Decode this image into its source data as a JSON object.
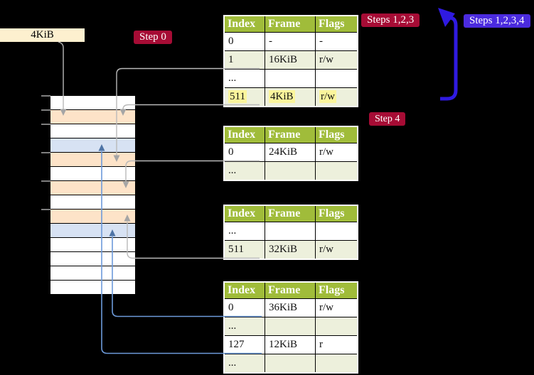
{
  "canvas": {
    "background": "#000000"
  },
  "label_4kib": {
    "text": "4KiB"
  },
  "badges": {
    "step0": "Step 0",
    "steps123": "Steps 1,2,3",
    "steps1234": "Steps 1,2,3,4",
    "step4": "Step 4"
  },
  "page_tables": [
    {
      "name": "page-table-1",
      "headers": [
        "Index",
        "Frame",
        "Flags"
      ],
      "rows": [
        {
          "cells": [
            "0",
            "-",
            "-"
          ],
          "shaded": false,
          "highlighted": false
        },
        {
          "cells": [
            "1",
            "16KiB",
            "r/w"
          ],
          "shaded": true,
          "highlighted": false
        },
        {
          "cells": [
            "...",
            "",
            ""
          ],
          "shaded": false,
          "highlighted": false
        },
        {
          "cells": [
            "511",
            "4KiB",
            "r/w"
          ],
          "shaded": true,
          "highlighted": true
        }
      ]
    },
    {
      "name": "page-table-2",
      "headers": [
        "Index",
        "Frame",
        "Flags"
      ],
      "rows": [
        {
          "cells": [
            "0",
            "24KiB",
            "r/w"
          ],
          "shaded": false,
          "highlighted": false
        },
        {
          "cells": [
            "...",
            "",
            ""
          ],
          "shaded": true,
          "highlighted": false
        }
      ]
    },
    {
      "name": "page-table-3",
      "headers": [
        "Index",
        "Frame",
        "Flags"
      ],
      "rows": [
        {
          "cells": [
            "...",
            "",
            ""
          ],
          "shaded": false,
          "highlighted": false
        },
        {
          "cells": [
            "511",
            "32KiB",
            "r/w"
          ],
          "shaded": true,
          "highlighted": false
        }
      ]
    },
    {
      "name": "page-table-4",
      "headers": [
        "Index",
        "Frame",
        "Flags"
      ],
      "rows": [
        {
          "cells": [
            "0",
            "36KiB",
            "r/w"
          ],
          "shaded": false,
          "highlighted": false
        },
        {
          "cells": [
            "...",
            "",
            ""
          ],
          "shaded": true,
          "highlighted": false
        },
        {
          "cells": [
            "127",
            "12KiB",
            "r"
          ],
          "shaded": false,
          "highlighted": false
        },
        {
          "cells": [
            "...",
            "",
            ""
          ],
          "shaded": true,
          "highlighted": false
        }
      ]
    }
  ],
  "memory_stack": {
    "rows": [
      "white",
      "orange",
      "white",
      "blue",
      "orange",
      "white",
      "orange",
      "white",
      "orange",
      "blue",
      "white",
      "white",
      "white",
      "white"
    ]
  },
  "colors": {
    "header_green": "#a0bc3a",
    "row_shade": "#edf0dc",
    "highlight_yellow": "#fbf59c",
    "badge_red": "#a60c35",
    "badge_blue": "#4b2bdf",
    "big_arrow_blue": "#2f1ae1",
    "stack_orange": "#fde3c8",
    "stack_blue": "#d7e2f3",
    "line_gray": "#b9b9b9",
    "arrowhead_gray": "#a5a5a5",
    "line_blue": "#6d9ada",
    "arrowhead_blue": "#4e74a6",
    "label_cream": "#fdf0cf",
    "tick_gray": "#7f7f7f"
  }
}
